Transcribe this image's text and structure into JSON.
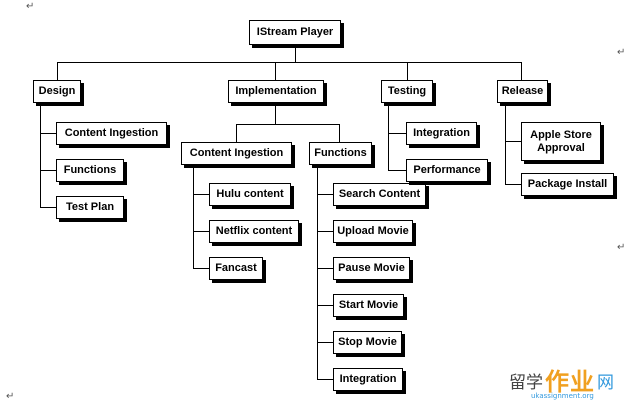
{
  "diagram": {
    "root": "IStream Player",
    "design": {
      "label": "Design",
      "children": [
        "Content Ingestion",
        "Functions",
        "Test Plan"
      ]
    },
    "implementation": {
      "label": "Implementation",
      "content_ingestion": {
        "label": "Content Ingestion",
        "children": [
          "Hulu content",
          "Netflix content",
          "Fancast"
        ]
      },
      "functions": {
        "label": "Functions",
        "children": [
          "Search Content",
          "Upload Movie",
          "Pause Movie",
          "Start Movie",
          "Stop Movie",
          "Integration"
        ]
      }
    },
    "testing": {
      "label": "Testing",
      "children": [
        "Integration",
        "Performance"
      ]
    },
    "release": {
      "label": "Release",
      "children": [
        "Apple Store\nApproval",
        "Package Install"
      ]
    }
  },
  "paragraph_mark": "↵",
  "watermark": {
    "chars": [
      "留",
      "学",
      "作",
      "业",
      "网"
    ],
    "url": "ukassignment.org",
    "colors": {
      "dark": "#444444",
      "orange": "#f0a020",
      "blue": "#3399dd"
    }
  }
}
